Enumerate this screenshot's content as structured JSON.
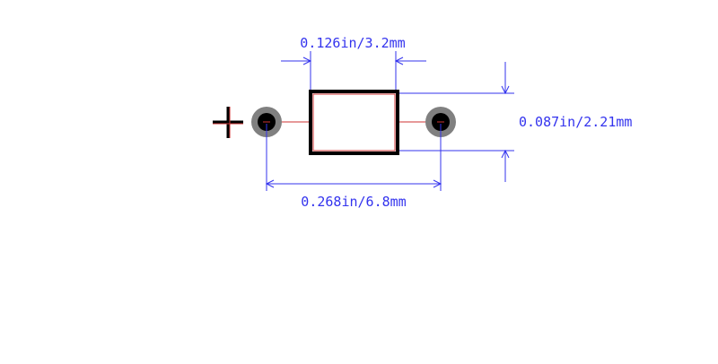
{
  "dimensions": {
    "body_width": "0.126in/3.2mm",
    "body_height": "0.087in/2.21mm",
    "pin_spacing": "0.268in/6.8mm"
  },
  "colors": {
    "dimension": "#3333ee",
    "body_outline": "#000000",
    "silkscreen": "#cc3333",
    "pad_ring": "#808080",
    "pad_hole": "#000000",
    "polarity": "#000000"
  },
  "icons": {
    "polarity": "plus-icon"
  }
}
